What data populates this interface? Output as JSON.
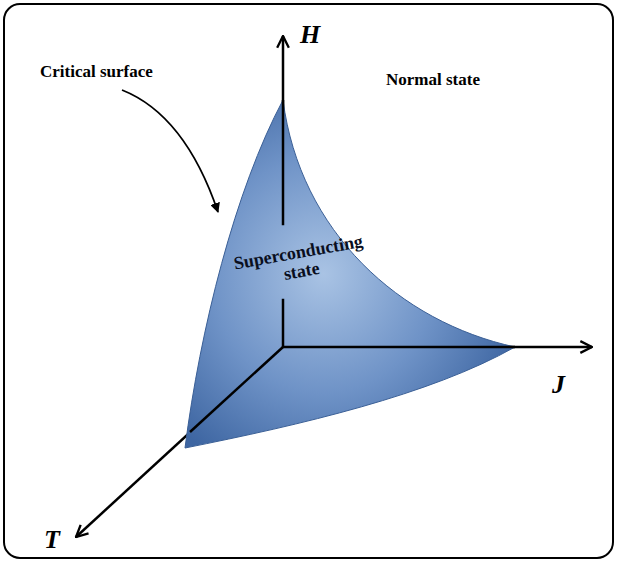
{
  "diagram": {
    "nodes": [
      {
        "text": [
          "Superconducting state"
        ]
      }
    ],
    "labels": [
      "H",
      "J",
      "T",
      "Critical surface",
      "Normal state"
    ]
  }
}
